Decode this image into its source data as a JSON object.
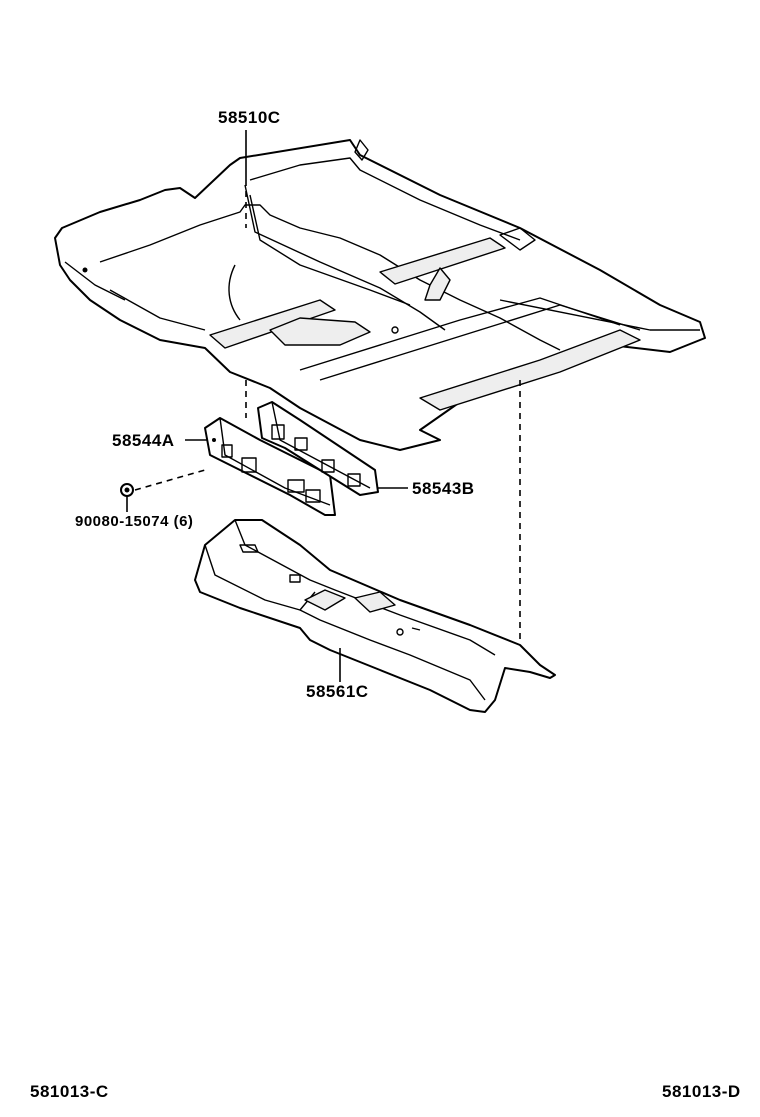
{
  "labels": {
    "carpet": "58510C",
    "bracket_left": "58544A",
    "bracket_right": "58543B",
    "clip": "90080-15074 (6)",
    "tunnel_cover": "58561C"
  },
  "footer": {
    "left_code": "581013-C",
    "right_code": "581013-D"
  }
}
